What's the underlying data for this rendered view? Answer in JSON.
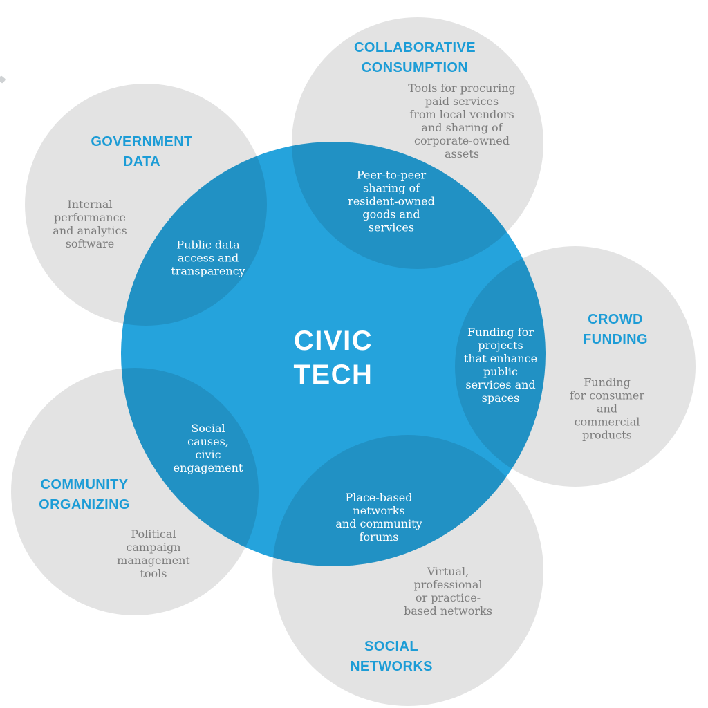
{
  "diagram": {
    "center": {
      "title": "CIVIC\nTECH"
    },
    "nodes": [
      {
        "id": "collaborative-consumption",
        "title": "COLLABORATIVE\nCONSUMPTION",
        "description": "Tools for procuring\npaid services\nfrom local vendors\nand sharing of\ncorporate-owned\nassets",
        "overlap": "Peer-to-peer\nsharing of\nresident-owned\ngoods and\nservices"
      },
      {
        "id": "government-data",
        "title": "GOVERNMENT\nDATA",
        "description": "Internal\nperformance\nand analytics\nsoftware",
        "overlap": "Public data\naccess and\ntransparency"
      },
      {
        "id": "crowd-funding",
        "title": "CROWD\nFUNDING",
        "description": "Funding\nfor consumer\nand\ncommercial\nproducts",
        "overlap": "Funding for\nprojects\nthat enhance\npublic\nservices and\nspaces"
      },
      {
        "id": "community-organizing",
        "title": "COMMUNITY\nORGANIZING",
        "description": "Political\ncampaign\nmanagement\ntools",
        "overlap": "Social\ncauses,\ncivic\nengagement"
      },
      {
        "id": "social-networks",
        "title": "SOCIAL\nNETWORKS",
        "description": "Virtual,\nprofessional\nor practice-\nbased networks",
        "overlap": "Place-based\nnetworks\nand community\nforums"
      }
    ],
    "colors": {
      "primary_blue": "#25a3dc",
      "title_blue": "#1c9cd6",
      "circle_gray": "#e3e3e3",
      "overlap_lens_blue": "#2192c4",
      "description_text_gray": "#7d7d7d",
      "overlap_text_white": "#ffffff",
      "background": "#ffffff"
    }
  }
}
